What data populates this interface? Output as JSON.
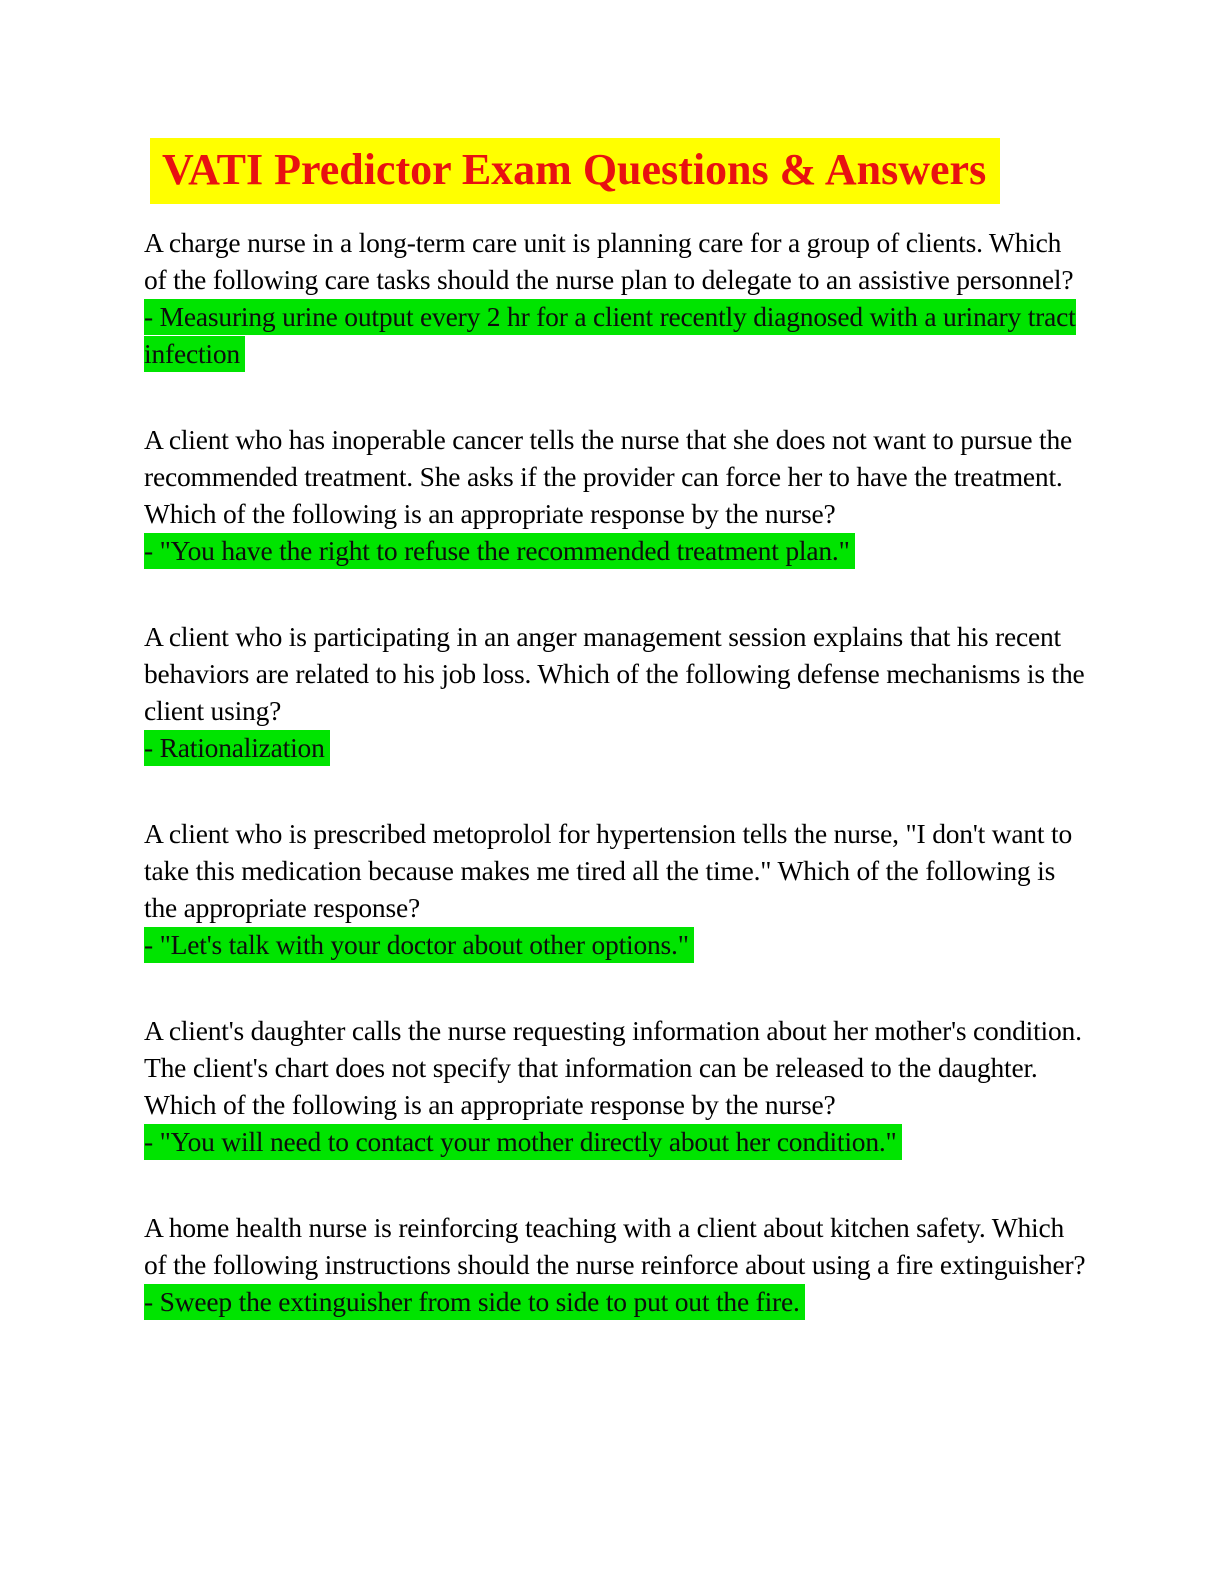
{
  "page": {
    "title": "VATI Predictor Exam Questions & Answers",
    "colors": {
      "background": "#ffffff",
      "title_text": "#e81111",
      "title_highlight": "#ffff00",
      "body_text": "#000000",
      "answer_highlight": "#00e400",
      "answer_text": "#0d0d0d"
    }
  },
  "qa": [
    {
      "question": "A charge nurse in a long-term care unit is planning care for a group of clients. Which of the following care tasks should the nurse plan to delegate to an assistive personnel?",
      "answer": "- Measuring urine output every 2 hr for a client recently diagnosed with a urinary tract infection"
    },
    {
      "question": "A client who has inoperable cancer tells the nurse that she does not want to pursue the recommended treatment. She asks if the provider can force her to have the treatment. Which of the following is an appropriate response by the nurse?",
      "answer": "- \"You have the right to refuse the recommended treatment plan.\""
    },
    {
      "question": "A client who is participating in an anger management session explains that his recent behaviors are related to his job loss. Which of the following defense mechanisms is the client using?",
      "answer": "- Rationalization"
    },
    {
      "question": "A client who is prescribed metoprolol for hypertension tells the nurse, \"I don't want to take this medication because makes me tired all the time.\" Which of the following is the appropriate response?",
      "answer": "- \"Let's talk with your doctor about other options.\""
    },
    {
      "question": "A client's daughter calls the nurse requesting information about her mother's condition. The client's chart does not specify that information can be released to the daughter. Which of the following is an appropriate response by the nurse?",
      "answer": "- \"You will need to contact your mother directly about her condition.\""
    },
    {
      "question": "A home health nurse is reinforcing teaching with a client about kitchen safety. Which of the following instructions should the nurse reinforce about using a fire extinguisher?",
      "answer": "- Sweep the extinguisher from side to side to put out the fire."
    }
  ]
}
